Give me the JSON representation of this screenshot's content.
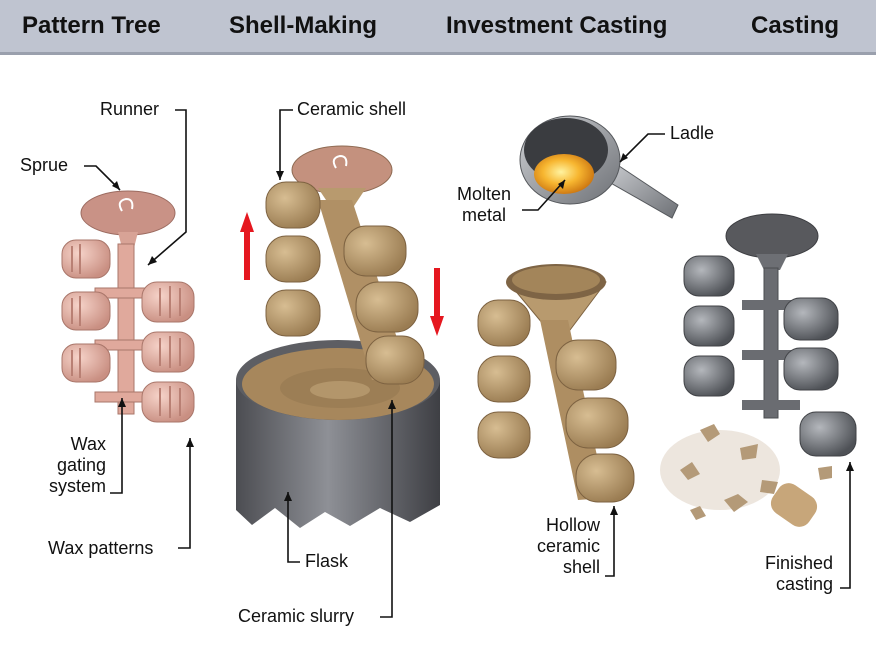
{
  "header": {
    "stages": [
      "Pattern Tree",
      "Shell-Making",
      "Investment Casting",
      "Casting"
    ]
  },
  "labels": {
    "runner": "Runner",
    "sprue": "Sprue",
    "wax_gating_system": [
      "Wax",
      "gating",
      "system"
    ],
    "wax_patterns": "Wax patterns",
    "ceramic_shell": "Ceramic shell",
    "flask": "Flask",
    "ceramic_slurry": "Ceramic slurry",
    "ladle": "Ladle",
    "molten_metal": [
      "Molten",
      "metal"
    ],
    "hollow_ceramic_shell": [
      "Hollow",
      "ceramic",
      "shell"
    ],
    "finished_casting": [
      "Finished",
      "casting"
    ]
  },
  "colors": {
    "header_bg": "#bfc4d0",
    "wax": "#e9b3a6",
    "ceramic": "#b89a6e",
    "metal": "#7a7d82",
    "molten": "#f5a623",
    "arrow": "#e5171f"
  }
}
